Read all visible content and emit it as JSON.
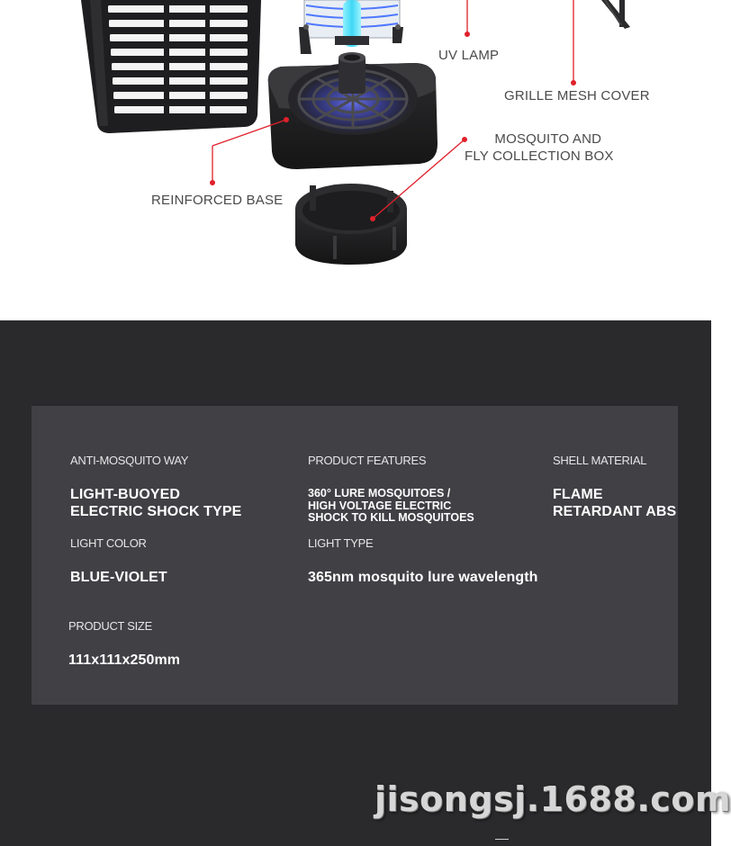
{
  "diagram": {
    "callouts": {
      "uv_lamp": "UV LAMP",
      "grille_mesh_cover": "GRILLE MESH COVER",
      "collection_box": [
        "MOSQUITO AND",
        "FLY COLLECTION BOX"
      ],
      "reinforced_base": "REINFORCED BASE"
    },
    "colors": {
      "callout_line": "#e0202a",
      "callout_text": "#4a4a4a",
      "uv_glow": "#3fd7f5",
      "housing": "#222222"
    }
  },
  "specs": {
    "anti_mosquito_way": {
      "label": "ANTI-MOSQUITO WAY",
      "value": [
        "LIGHT-BUOYED",
        "ELECTRIC SHOCK TYPE"
      ]
    },
    "product_features": {
      "label": "PRODUCT FEATURES",
      "value": [
        "360° LURE MOSQUITOES /",
        "HIGH VOLTAGE ELECTRIC",
        "SHOCK TO KILL MOSQUITOES"
      ]
    },
    "shell_material": {
      "label": "SHELL MATERIAL",
      "value": [
        "FLAME",
        "RETARDANT ABS"
      ]
    },
    "light_color": {
      "label": "LIGHT COLOR",
      "value": "BLUE-VIOLET"
    },
    "light_type": {
      "label": "LIGHT TYPE",
      "value": "365nm mosquito lure wavelength"
    },
    "product_size": {
      "label": "PRODUCT SIZE",
      "value": "111x111x250mm"
    }
  },
  "watermark": "jisongsj.1688.com",
  "colors": {
    "section_bg": "#2a2a2c",
    "card_bg": "#404045",
    "label_text": "#e6e6e6",
    "value_text": "#ffffff"
  }
}
